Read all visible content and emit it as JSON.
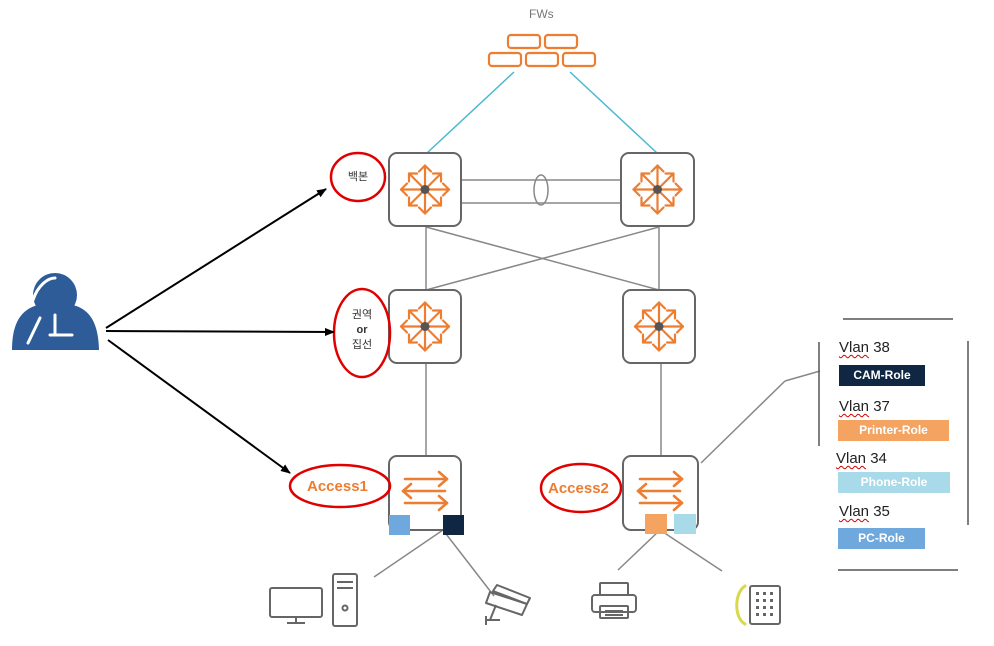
{
  "firewall": {
    "label": "FWs"
  },
  "admin": {
    "icon": "admin-user-icon"
  },
  "layers": {
    "backbone": "백본",
    "distribution_line1": "권역",
    "distribution_line2": "or",
    "distribution_line3": "집선",
    "access1": "Access1",
    "access2": "Access2"
  },
  "vlans": [
    {
      "word": "Vlan",
      "number": " 38",
      "role": "CAM-Role",
      "color": "#0F2743"
    },
    {
      "word": "Vlan",
      "number": " 37",
      "role": "Printer-Role",
      "color": "#F4A460"
    },
    {
      "word": "Vlan",
      "number": " 34",
      "role": "Phone-Role",
      "color": "#A9DAEA"
    },
    {
      "word": "Vlan",
      "number": " 35",
      "role": "PC-Role",
      "color": "#6FA8DC"
    }
  ],
  "colors": {
    "accent_orange": "#ED7D31",
    "link_blue": "#4BB8D3",
    "ellipse_red": "#E00000",
    "admin_blue": "#2E5C99"
  },
  "devices": [
    "pc-icon",
    "camera-icon",
    "printer-icon",
    "phone-icon"
  ]
}
